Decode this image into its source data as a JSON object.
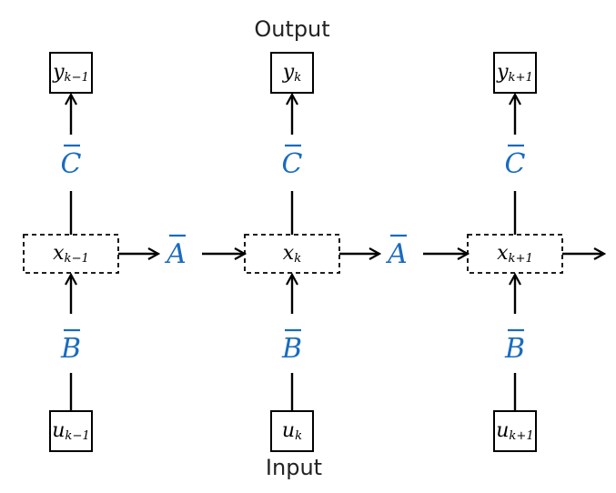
{
  "labels": {
    "output": "Output",
    "input": "Input"
  },
  "matrices": {
    "A": "A",
    "B": "B",
    "C": "C"
  },
  "colors": {
    "matrix": "#1a6bbf",
    "line": "#000000",
    "text": "#222222"
  },
  "steps": [
    {
      "y": "y",
      "y_sub": "k−1",
      "x": "x",
      "x_sub": "k−1",
      "u": "u",
      "u_sub": "k−1"
    },
    {
      "y": "y",
      "y_sub": "k",
      "x": "x",
      "x_sub": "k",
      "u": "u",
      "u_sub": "k"
    },
    {
      "y": "y",
      "y_sub": "k+1",
      "x": "x",
      "x_sub": "k+1",
      "u": "u",
      "u_sub": "k+1"
    }
  ]
}
